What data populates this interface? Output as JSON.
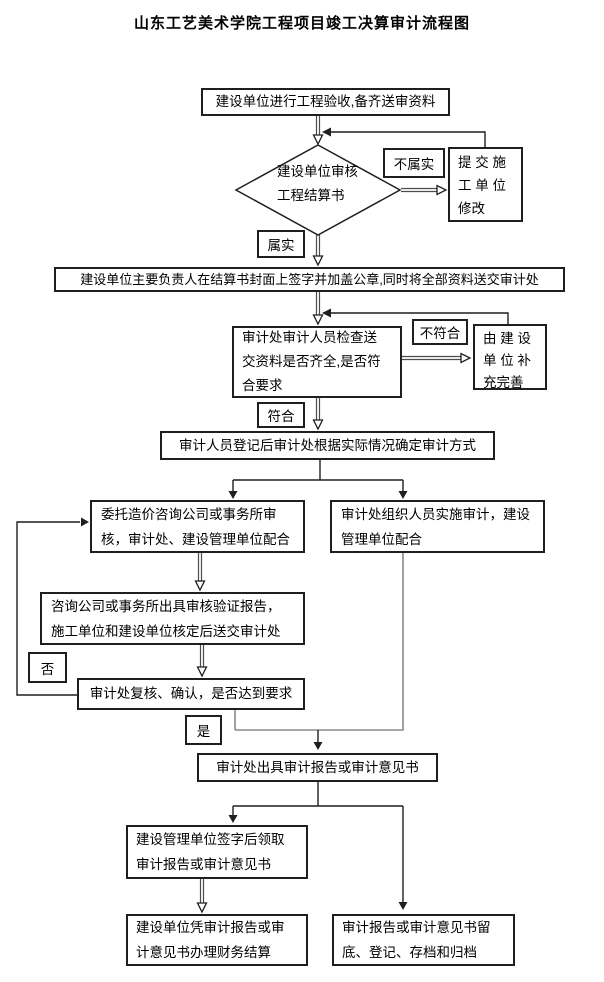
{
  "title": "山东工艺美术学院工程项目竣工决算审计流程图",
  "nodes": {
    "start": "建设单位进行工程验收,备齐送审资料",
    "review_decision": [
      "建设单位审核",
      "工程结算书"
    ],
    "submit_fix": [
      "提 交 施",
      "工 单 位",
      "修改"
    ],
    "sign_seal": "建设单位主要负责人在结算书封面上签字并加盖公章,同时将全部资料送交审计处",
    "check_materials": [
      "审计处审计人员检查送",
      "交资料是否齐全,是否符",
      "合要求"
    ],
    "supplement": [
      "由 建 设",
      "单 位 补",
      "充完善"
    ],
    "determine_method": "审计人员登记后审计处根据实际情况确定审计方式",
    "entrust_audit": [
      "委托造价咨询公司或事务所审",
      "核，审计处、建设管理单位配合"
    ],
    "self_audit": [
      "审计处组织人员实施审计，建设",
      "管理单位配合"
    ],
    "verify_report": [
      "咨询公司或事务所出具审核验证报告，",
      "施工单位和建设单位核定后送交审计处"
    ],
    "review_confirm": "审计处复核、确认，是否达到要求",
    "issue_report": "审计处出具审计报告或审计意见书",
    "sign_receive": [
      "建设管理单位签字后领取",
      "审计报告或审计意见书"
    ],
    "financial_settle": [
      "建设单位凭审计报告或审",
      "计意见书办理财务结算"
    ],
    "archive": [
      "审计报告或审计意见书留",
      "底、登记、存档和归档"
    ]
  },
  "labels": {
    "not_true": "不属实",
    "is_true": "属实",
    "not_conform": "不符合",
    "conform": "符合",
    "no": "否",
    "yes": "是"
  }
}
